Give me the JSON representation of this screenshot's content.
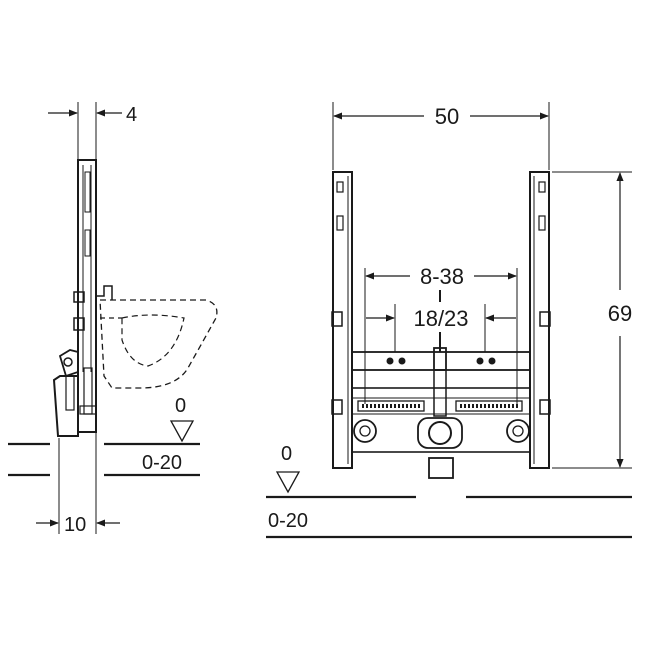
{
  "side_view": {
    "top_dimension": "4",
    "bottom_dimension": "10",
    "floor_level": "0",
    "floor_adjust_range": "0-20"
  },
  "front_view": {
    "width_dimension": "50",
    "height_dimension": "69",
    "inner_spacing_range": "8-38",
    "inner_spacing_fixed": "18/23",
    "floor_level": "0",
    "floor_adjust_range": "0-20"
  },
  "colors": {
    "line": "#1a1a1a",
    "background": "#ffffff"
  }
}
